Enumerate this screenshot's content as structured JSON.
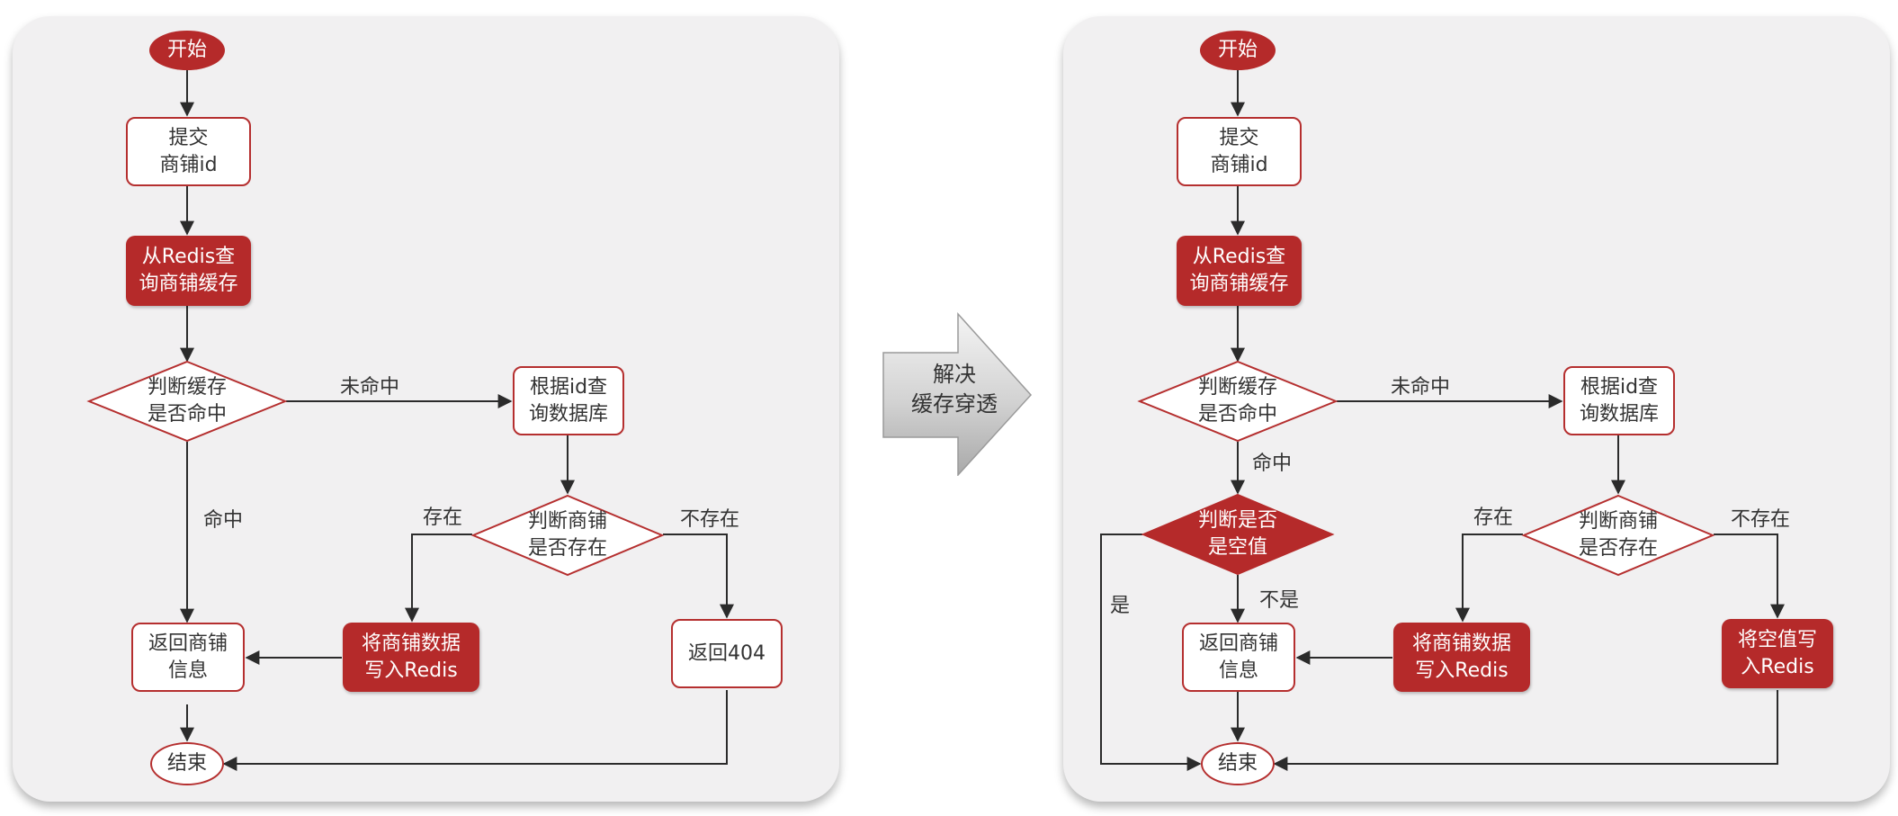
{
  "left": {
    "start": "开始",
    "submit": "提交\n商铺id",
    "query_redis": "从Redis查\n询商铺缓存",
    "judge_cache": "判断缓存\n是否命中",
    "miss": "未命中",
    "query_db": "根据id查\n询数据库",
    "hit": "命中",
    "judge_exist": "判断商铺\n是否存在",
    "exist": "存在",
    "not_exist": "不存在",
    "write_redis": "将商铺数据\n写入Redis",
    "return_info": "返回商铺\n信息",
    "return_404": "返回404",
    "end": "结束"
  },
  "transition": {
    "label": "解决\n缓存穿透"
  },
  "right": {
    "start": "开始",
    "submit": "提交\n商铺id",
    "query_redis": "从Redis查\n询商铺缓存",
    "judge_cache": "判断缓存\n是否命中",
    "miss": "未命中",
    "query_db": "根据id查\n询数据库",
    "hit": "命中",
    "judge_null": "判断是否\n是空值",
    "yes": "是",
    "no": "不是",
    "judge_exist": "判断商铺\n是否存在",
    "exist": "存在",
    "not_exist": "不存在",
    "write_redis": "将商铺数据\n写入Redis",
    "write_null": "将空值写\n入Redis",
    "return_info": "返回商铺\n信息",
    "end": "结束"
  },
  "colors": {
    "accent": "#b52a2a",
    "panel_background": "#f1f0f1",
    "connector": "#2b2b2b"
  }
}
